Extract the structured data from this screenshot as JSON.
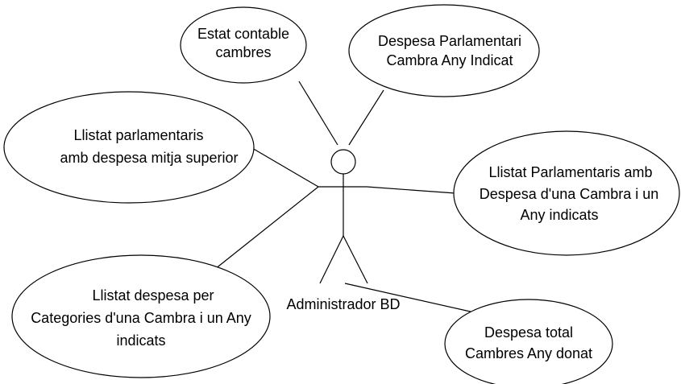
{
  "actor": {
    "label": "Administrador BD"
  },
  "use_cases": [
    {
      "id": "estat-contable",
      "lines": [
        "Estat contable",
        "cambres"
      ]
    },
    {
      "id": "despesa-parlamentari",
      "lines": [
        "Despesa Parlamentari",
        "Cambra Any Indicat"
      ]
    },
    {
      "id": "llistat-despesa-mitja",
      "lines": [
        "Llistat parlamentaris",
        "amb despesa mitja superior"
      ]
    },
    {
      "id": "llistat-parlamentaris-cambra-any",
      "lines": [
        "Llistat Parlamentaris amb",
        "Despesa d'una Cambra i un",
        "Any indicats"
      ]
    },
    {
      "id": "llistat-despesa-categories",
      "lines": [
        "Llistat despesa per",
        "Categories d'una Cambra i un Any",
        "indicats"
      ]
    },
    {
      "id": "despesa-total",
      "lines": [
        "Despesa total",
        "Cambres Any donat"
      ]
    }
  ]
}
